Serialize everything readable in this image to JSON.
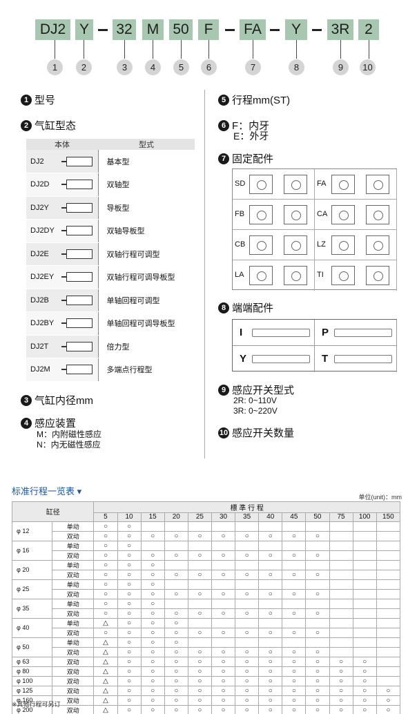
{
  "code": {
    "segments": [
      "DJ2",
      "Y",
      "32",
      "M",
      "50",
      "F",
      "FA",
      "Y",
      "3R",
      "2"
    ],
    "numbers": [
      "1",
      "2",
      "3",
      "4",
      "5",
      "6",
      "7",
      "8",
      "9",
      "10"
    ]
  },
  "sections": {
    "s1": {
      "num": "1",
      "label": "型号"
    },
    "s2": {
      "num": "2",
      "label": "气缸型态"
    },
    "s3": {
      "num": "3",
      "label": "气缸内径mm"
    },
    "s4": {
      "num": "4",
      "label": "感应装置",
      "lines": [
        "M：内附磁性感应",
        "N：内无磁性感应"
      ]
    },
    "s5": {
      "num": "5",
      "label": "行程mm(ST)"
    },
    "s6": {
      "num": "6",
      "lines": [
        "F：内牙",
        "E：外牙"
      ]
    },
    "s7": {
      "num": "7",
      "label": "固定配件"
    },
    "s8": {
      "num": "8",
      "label": "端端配件"
    },
    "s9": {
      "num": "9",
      "label": "感应开关型式",
      "lines": [
        "2R: 0~110V",
        "3R: 0~220V"
      ]
    },
    "s10": {
      "num": "10",
      "label": "感应开关数量"
    }
  },
  "body_table": {
    "headers": [
      "本体",
      "型式"
    ],
    "rows": [
      {
        "code": "DJ2",
        "name": "基本型"
      },
      {
        "code": "DJ2D",
        "name": "双轴型"
      },
      {
        "code": "DJ2Y",
        "name": "导板型"
      },
      {
        "code": "DJ2DY",
        "name": "双轴导板型"
      },
      {
        "code": "DJ2E",
        "name": "双轴行程可调型"
      },
      {
        "code": "DJ2EY",
        "name": "双轴行程可调导板型"
      },
      {
        "code": "DJ2B",
        "name": "单轴回程可调型"
      },
      {
        "code": "DJ2BY",
        "name": "单轴回程可调导板型"
      },
      {
        "code": "DJ2T",
        "name": "倍力型"
      },
      {
        "code": "DJ2M",
        "name": "多端点行程型"
      }
    ]
  },
  "mounts": [
    "SD",
    "FA",
    "FB",
    "CA",
    "CB",
    "LZ",
    "LA",
    "TI"
  ],
  "ends": [
    "I",
    "P",
    "Y",
    "T"
  ],
  "stroke_table": {
    "title": "标准行程一览表 ▾",
    "unit": "单位(unit)：mm",
    "bore_header": "缸径",
    "stroke_header": "標 準 行 程",
    "strokes": [
      "5",
      "10",
      "15",
      "20",
      "25",
      "30",
      "35",
      "40",
      "45",
      "50",
      "75",
      "100",
      "150"
    ],
    "rows": [
      {
        "bore": "φ 12",
        "act": "单动",
        "m": [
          "○",
          "○",
          "",
          "",
          "",
          "",
          "",
          "",
          "",
          "",
          "",
          "",
          ""
        ]
      },
      {
        "bore": "",
        "act": "双动",
        "m": [
          "○",
          "○",
          "○",
          "○",
          "○",
          "○",
          "○",
          "○",
          "○",
          "○",
          "",
          "",
          ""
        ]
      },
      {
        "bore": "φ 16",
        "act": "单动",
        "m": [
          "○",
          "○",
          "",
          "",
          "",
          "",
          "",
          "",
          "",
          "",
          "",
          "",
          ""
        ]
      },
      {
        "bore": "",
        "act": "双动",
        "m": [
          "○",
          "○",
          "○",
          "○",
          "○",
          "○",
          "○",
          "○",
          "○",
          "○",
          "",
          "",
          ""
        ]
      },
      {
        "bore": "φ 20",
        "act": "单动",
        "m": [
          "○",
          "○",
          "○",
          "",
          "",
          "",
          "",
          "",
          "",
          "",
          "",
          "",
          ""
        ]
      },
      {
        "bore": "",
        "act": "双动",
        "m": [
          "○",
          "○",
          "○",
          "○",
          "○",
          "○",
          "○",
          "○",
          "○",
          "○",
          "",
          "",
          ""
        ]
      },
      {
        "bore": "φ 25",
        "act": "单动",
        "m": [
          "○",
          "○",
          "○",
          "",
          "",
          "",
          "",
          "",
          "",
          "",
          "",
          "",
          ""
        ]
      },
      {
        "bore": "",
        "act": "双动",
        "m": [
          "○",
          "○",
          "○",
          "○",
          "○",
          "○",
          "○",
          "○",
          "○",
          "○",
          "",
          "",
          ""
        ]
      },
      {
        "bore": "φ 35",
        "act": "单动",
        "m": [
          "○",
          "○",
          "○",
          "",
          "",
          "",
          "",
          "",
          "",
          "",
          "",
          "",
          ""
        ]
      },
      {
        "bore": "",
        "act": "双动",
        "m": [
          "○",
          "○",
          "○",
          "○",
          "○",
          "○",
          "○",
          "○",
          "○",
          "○",
          "",
          "",
          ""
        ]
      },
      {
        "bore": "φ 40",
        "act": "单动",
        "m": [
          "△",
          "○",
          "○",
          "○",
          "",
          "",
          "",
          "",
          "",
          "",
          "",
          "",
          ""
        ]
      },
      {
        "bore": "",
        "act": "双动",
        "m": [
          "○",
          "○",
          "○",
          "○",
          "○",
          "○",
          "○",
          "○",
          "○",
          "○",
          "",
          "",
          ""
        ]
      },
      {
        "bore": "φ 50",
        "act": "单动",
        "m": [
          "△",
          "○",
          "○",
          "○",
          "",
          "",
          "",
          "",
          "",
          "",
          "",
          "",
          ""
        ]
      },
      {
        "bore": "",
        "act": "双动",
        "m": [
          "△",
          "○",
          "○",
          "○",
          "○",
          "○",
          "○",
          "○",
          "○",
          "○",
          "",
          "",
          ""
        ]
      },
      {
        "bore": "φ 63",
        "act": "双动",
        "m": [
          "△",
          "○",
          "○",
          "○",
          "○",
          "○",
          "○",
          "○",
          "○",
          "○",
          "○",
          "○",
          ""
        ]
      },
      {
        "bore": "φ 80",
        "act": "双动",
        "m": [
          "△",
          "○",
          "○",
          "○",
          "○",
          "○",
          "○",
          "○",
          "○",
          "○",
          "○",
          "○",
          ""
        ]
      },
      {
        "bore": "φ 100",
        "act": "双动",
        "m": [
          "△",
          "○",
          "○",
          "○",
          "○",
          "○",
          "○",
          "○",
          "○",
          "○",
          "○",
          "○",
          ""
        ]
      },
      {
        "bore": "φ 125",
        "act": "双动",
        "m": [
          "△",
          "○",
          "○",
          "○",
          "○",
          "○",
          "○",
          "○",
          "○",
          "○",
          "○",
          "○",
          "○"
        ]
      },
      {
        "bore": "φ 160",
        "act": "双动",
        "m": [
          "△",
          "○",
          "○",
          "○",
          "○",
          "○",
          "○",
          "○",
          "○",
          "○",
          "○",
          "○",
          "○"
        ]
      },
      {
        "bore": "φ 200",
        "act": "双动",
        "m": [
          "△",
          "○",
          "○",
          "○",
          "○",
          "○",
          "○",
          "○",
          "○",
          "○",
          "○",
          "○",
          "○"
        ]
      }
    ],
    "note": "※其他行程可另订"
  }
}
